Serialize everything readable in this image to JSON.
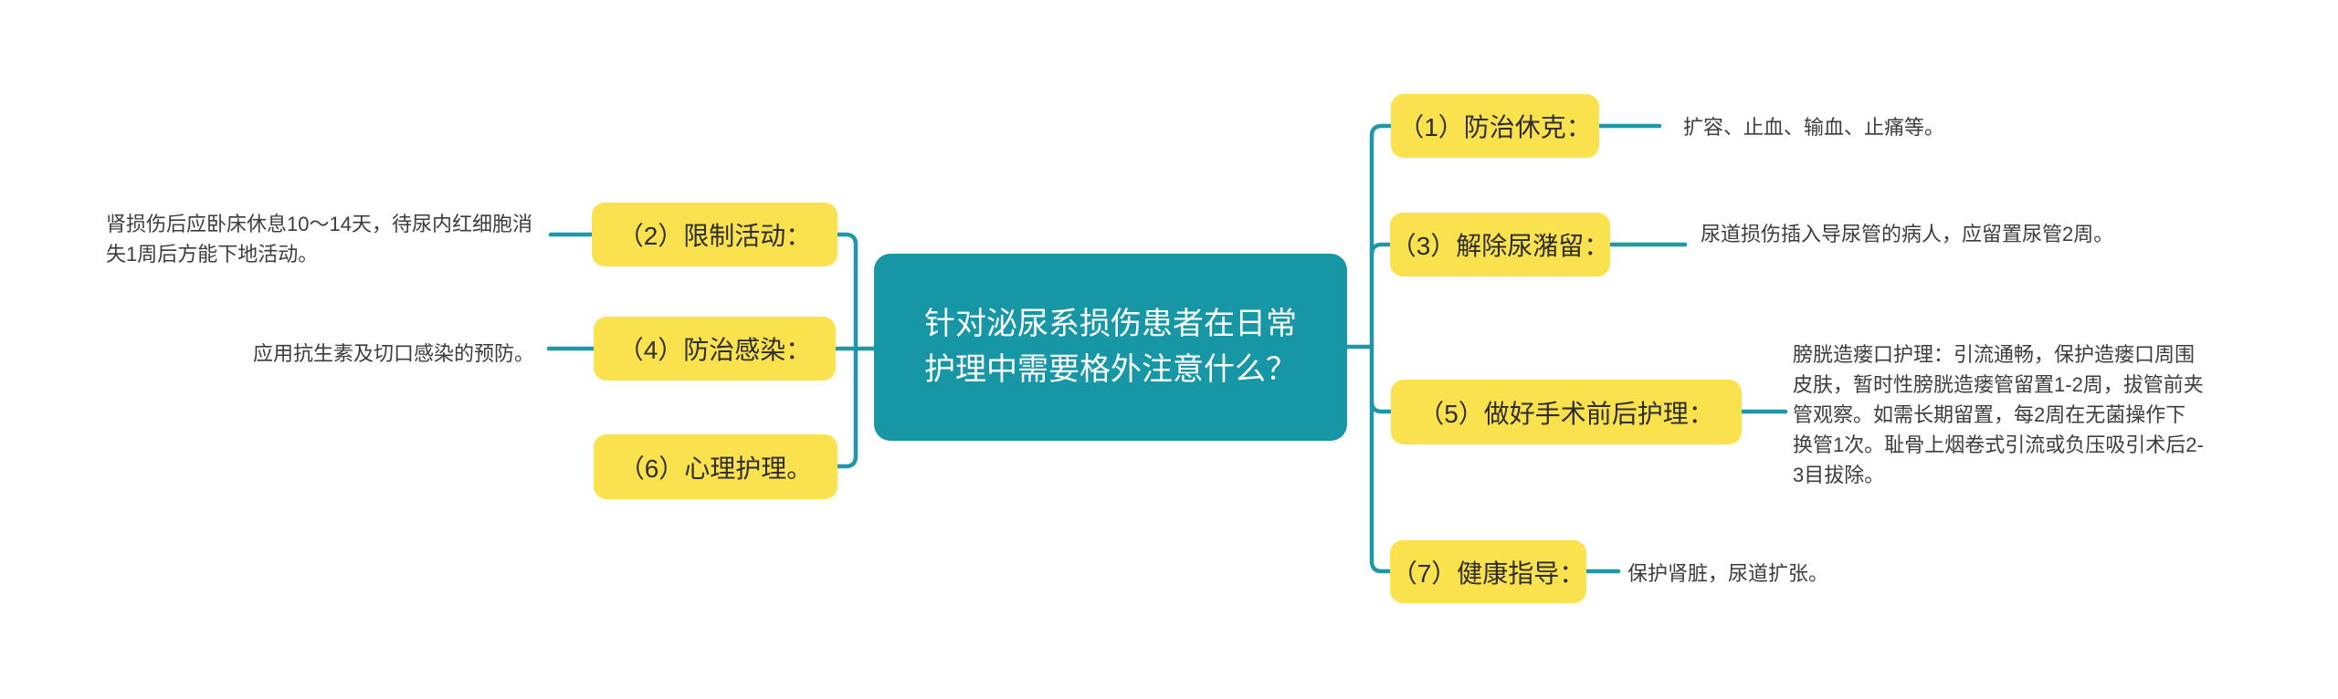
{
  "title": "泌尿系损伤患者日常护理思维导图",
  "colors": {
    "center_node_bg": "#1796A6",
    "center_node_text": "#FFFFFF",
    "branch_node_bg": "#FAE14E",
    "branch_node_text": "#2D2D2D",
    "connector": "#1E98A8",
    "annotation_text": "#3C3C3C",
    "background": "#FFFFFF"
  },
  "center": {
    "label": "针对泌尿系损伤患者在日常护理中需要格外注意什么？"
  },
  "branches": {
    "left": [
      {
        "id": "2",
        "label": "（2）限制活动：",
        "note": "肾损伤后应卧床休息10～14天，待尿内红细胞消失1周后方能下地活动。"
      },
      {
        "id": "4",
        "label": "（4）防治感染：",
        "note": "应用抗生素及切口感染的预防。"
      },
      {
        "id": "6",
        "label": "（6）心理护理。",
        "note": ""
      }
    ],
    "right": [
      {
        "id": "1",
        "label": "（1）防治休克：",
        "note": "扩容、止血、输血、止痛等。"
      },
      {
        "id": "3",
        "label": "（3）解除尿潴留：",
        "note": "尿道损伤插入导尿管的病人，应留置尿管2周。"
      },
      {
        "id": "5",
        "label": "（5）做好手术前后护理：",
        "note": "膀胱造瘘口护理：引流通畅，保护造瘘口周围皮肤，暂时性膀胱造瘘管留置1-2周，拔管前夹管观察。如需长期留置，每2周在无菌操作下换管1次。耻骨上烟卷式引流或负压吸引术后2-3目拔除。"
      },
      {
        "id": "7",
        "label": "（7）健康指导：",
        "note": "保护肾脏，尿道扩张。"
      }
    ]
  }
}
